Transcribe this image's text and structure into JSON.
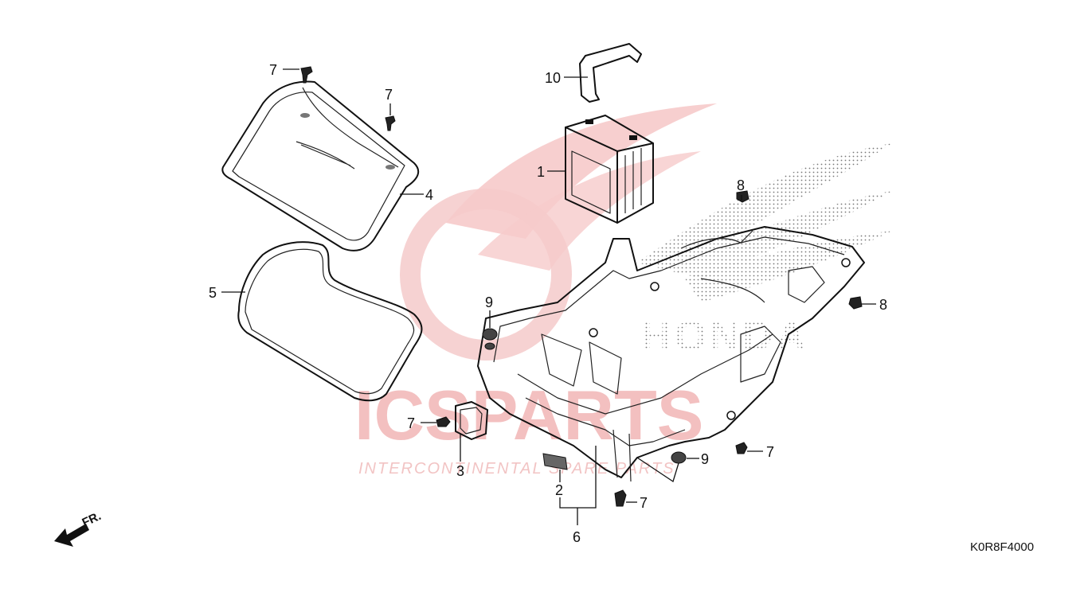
{
  "diagram_code": "K0R8F4000",
  "direction_label": "FR.",
  "watermark": {
    "brand": "ICSPARTS",
    "tagline": "INTERCONTINENTAL SPARE PARTS",
    "maker_logo_text": "HONDA"
  },
  "callouts": [
    {
      "id": "c1",
      "label": "1",
      "part": "battery"
    },
    {
      "id": "c2",
      "label": "2",
      "part": "label"
    },
    {
      "id": "c3",
      "label": "3",
      "part": "fuse-holder"
    },
    {
      "id": "c4",
      "label": "4",
      "part": "battery-cover"
    },
    {
      "id": "c5",
      "label": "5",
      "part": "cover-seal"
    },
    {
      "id": "c6",
      "label": "6",
      "part": "battery-box"
    },
    {
      "id": "c7a",
      "label": "7",
      "part": "clip"
    },
    {
      "id": "c7b",
      "label": "7",
      "part": "clip"
    },
    {
      "id": "c7c",
      "label": "7",
      "part": "clip"
    },
    {
      "id": "c7d",
      "label": "7",
      "part": "clip"
    },
    {
      "id": "c7e",
      "label": "7",
      "part": "clip"
    },
    {
      "id": "c8a",
      "label": "8",
      "part": "bolt"
    },
    {
      "id": "c8b",
      "label": "8",
      "part": "bolt"
    },
    {
      "id": "c9a",
      "label": "9",
      "part": "grommet"
    },
    {
      "id": "c9b",
      "label": "9",
      "part": "grommet"
    },
    {
      "id": "c10",
      "label": "10",
      "part": "battery-band"
    }
  ],
  "colors": {
    "line": "#111111",
    "watermark": "#f3c0c0",
    "background": "#ffffff"
  }
}
